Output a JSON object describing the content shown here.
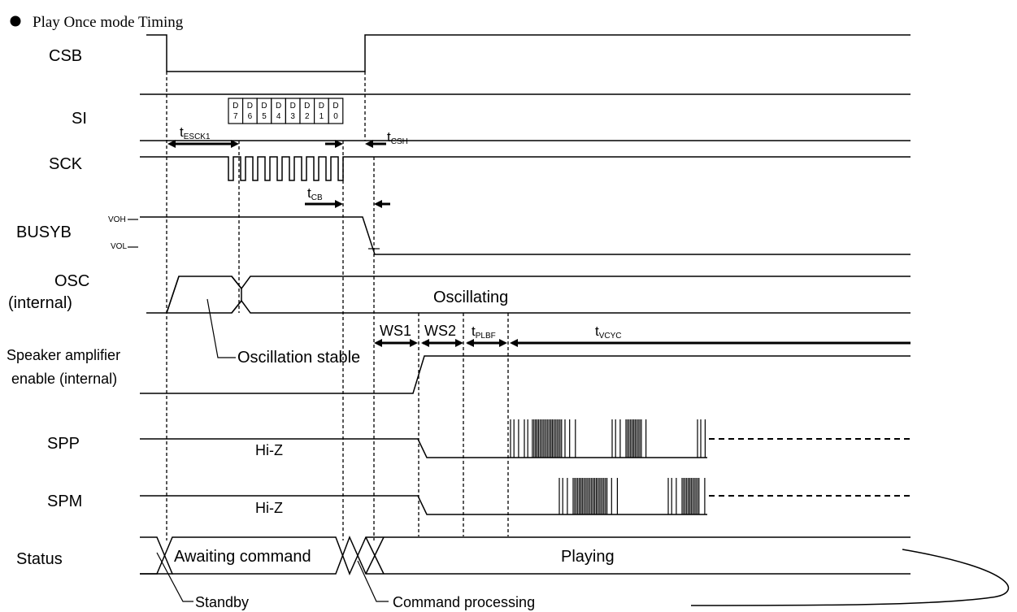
{
  "title": "Play Once mode Timing",
  "signals": {
    "csb": "CSB",
    "si": "SI",
    "sck": "SCK",
    "busyb": "BUSYB",
    "osc_line1": "OSC",
    "osc_line2": "(internal)",
    "spk_line1": "Speaker amplifier",
    "spk_line2": "enable (internal)",
    "spp": "SPP",
    "spm": "SPM",
    "status": "Status"
  },
  "levels": {
    "voh": "VOH",
    "vol": "VOL"
  },
  "si_bits": [
    [
      "D",
      "7"
    ],
    [
      "D",
      "6"
    ],
    [
      "D",
      "5"
    ],
    [
      "D",
      "4"
    ],
    [
      "D",
      "3"
    ],
    [
      "D",
      "2"
    ],
    [
      "D",
      "1"
    ],
    [
      "D",
      "0"
    ]
  ],
  "timing_params": {
    "tesck1": {
      "main": "t",
      "sub": "ESCK1"
    },
    "tcsh": {
      "main": "t",
      "sub": "CSH"
    },
    "tcb": {
      "main": "t",
      "sub": "CB"
    },
    "ws1": "WS1",
    "ws2": "WS2",
    "tplbf": {
      "main": "t",
      "sub": "PLBF"
    },
    "tvcyc": {
      "main": "t",
      "sub": "VCYC"
    }
  },
  "annotations": {
    "oscillating": "Oscillating",
    "oscillation_stable": "Oscillation stable",
    "hiz_spp": "Hi-Z",
    "hiz_spm": "Hi-Z",
    "awaiting_command": "Awaiting command",
    "playing": "Playing",
    "standby": "Standby",
    "command_processing": "Command processing"
  }
}
